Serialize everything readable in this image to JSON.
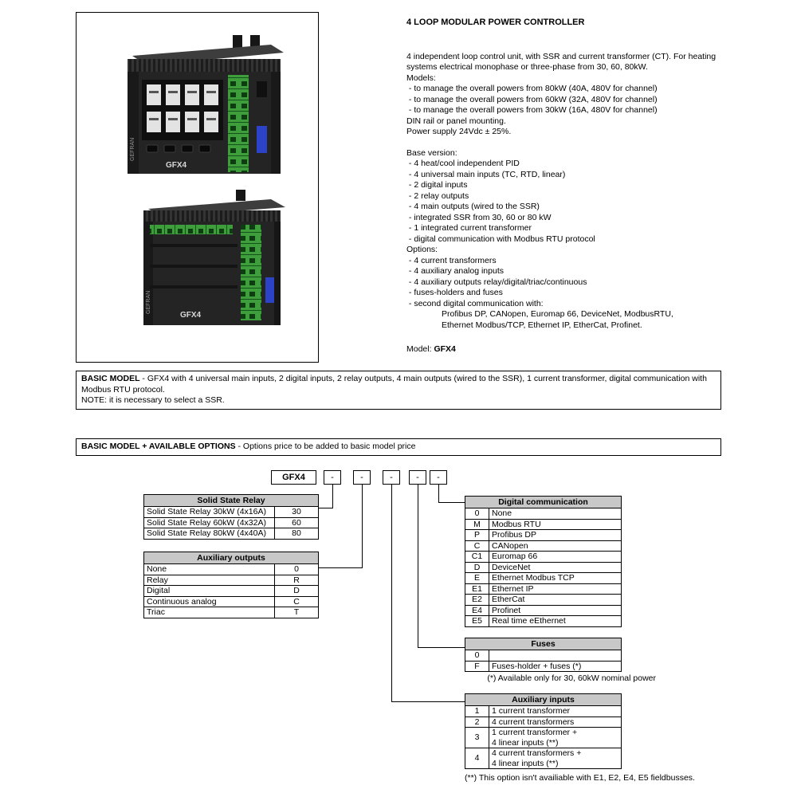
{
  "colors": {
    "table_header_bg": "#c8c8c8",
    "terminal_green": "#3f9e3c",
    "device_body_dark": "#242424",
    "indicator_blue": "#2c43c8"
  },
  "photos": {
    "device_label": "GFX4",
    "brand_label": "GEFRAN"
  },
  "description": {
    "title": "4 LOOP MODULAR POWER CONTROLLER",
    "paragraph": "4 independent loop control unit, with SSR and current transformer (CT). For heating systems electrical monophase or three-phase from 30, 60, 80kW.",
    "models_label": "Models:",
    "models": [
      " - to manage the overall powers from 80kW (40A, 480V for channel)",
      " - to manage the overall powers from 60kW (32A, 480V for channel)",
      " - to manage the overall powers from 30kW (16A, 480V for channel)"
    ],
    "mounting": "DIN rail or panel mounting.",
    "power_supply": "Power supply 24Vdc ± 25%.",
    "base_label": "Base version:",
    "base_items": [
      " - 4 heat/cool independent PID",
      " - 4 universal main inputs (TC, RTD, linear)",
      " - 2 digital inputs",
      " - 2 relay outputs",
      " - 4 main outputs (wired to the SSR)",
      " - integrated SSR from 30, 60 or 80 kW",
      " - 1 integrated current transformer",
      " - digital communication with Modbus RTU protocol"
    ],
    "options_label": "Options:",
    "options_items": [
      " - 4 current transformers",
      " - 4 auxiliary analog inputs",
      " - 4 auxiliary outputs relay/digital/triac/continuous",
      " - fuses-holders and fuses",
      " - second digital communication with:"
    ],
    "fieldbus_lines": [
      "Profibus DP, CANopen, Euromap 66, DeviceNet, ModbusRTU,",
      "Ethernet Modbus/TCP, Ethernet IP, EtherCat, Profinet."
    ],
    "model_label": "Model: ",
    "model_value": "GFX4"
  },
  "basic_model_box": {
    "bold": "BASIC MODEL",
    "rest": " - GFX4 with 4 universal main inputs, 2 digital inputs, 2 relay outputs, 4 main outputs (wired to the SSR), 1 current transformer, digital communication with Modbus RTU protocol.",
    "note": "NOTE: it is necessary to select a SSR."
  },
  "options_box": {
    "bold": "BASIC MODEL + AVAILABLE OPTIONS",
    "rest": " - Options price to be added to basic model price"
  },
  "ordering": {
    "model_code": "GFX4",
    "dashes": [
      "-",
      "-",
      "-",
      "-",
      "-"
    ],
    "tables": {
      "ssr": {
        "title": "Solid State Relay",
        "rows": [
          [
            "Solid State Relay 30kW (4x16A)",
            "30"
          ],
          [
            "Solid State Relay 60kW (4x32A)",
            "60"
          ],
          [
            "Solid State Relay 80kW (4x40A)",
            "80"
          ]
        ]
      },
      "aux_outputs": {
        "title": "Auxiliary outputs",
        "rows": [
          [
            "None",
            "0"
          ],
          [
            "Relay",
            "R"
          ],
          [
            "Digital",
            "D"
          ],
          [
            "Continuous analog",
            "C"
          ],
          [
            "Triac",
            "T"
          ]
        ]
      },
      "dcomm": {
        "title": "Digital communication",
        "rows": [
          [
            "0",
            "None"
          ],
          [
            "M",
            "Modbus RTU"
          ],
          [
            "P",
            "Profibus DP"
          ],
          [
            "C",
            "CANopen"
          ],
          [
            "C1",
            "Euromap 66"
          ],
          [
            "D",
            "DeviceNet"
          ],
          [
            "E",
            "Ethernet Modbus TCP"
          ],
          [
            "E1",
            "Ethernet IP"
          ],
          [
            "E2",
            "EtherCat"
          ],
          [
            "E4",
            "Profinet"
          ],
          [
            "E5",
            "Real time eEthernet"
          ]
        ]
      },
      "fuses": {
        "title": "Fuses",
        "rows": [
          [
            "0",
            ""
          ],
          [
            "F",
            "Fuses-holder + fuses (*)"
          ]
        ],
        "note": "(*) Available only for 30, 60kW nominal power"
      },
      "aux_inputs": {
        "title": "Auxiliary inputs",
        "rows": [
          [
            "1",
            "1 current transformer"
          ],
          [
            "2",
            "4 current transformers"
          ],
          [
            "3",
            "1 current transformer +\n4 linear inputs (**)"
          ],
          [
            "4",
            "4 current transformers +\n4 linear inputs (**)"
          ]
        ],
        "note": "(**) This option isn't availiable with E1, E2, E4, E5 fieldbusses."
      }
    }
  }
}
